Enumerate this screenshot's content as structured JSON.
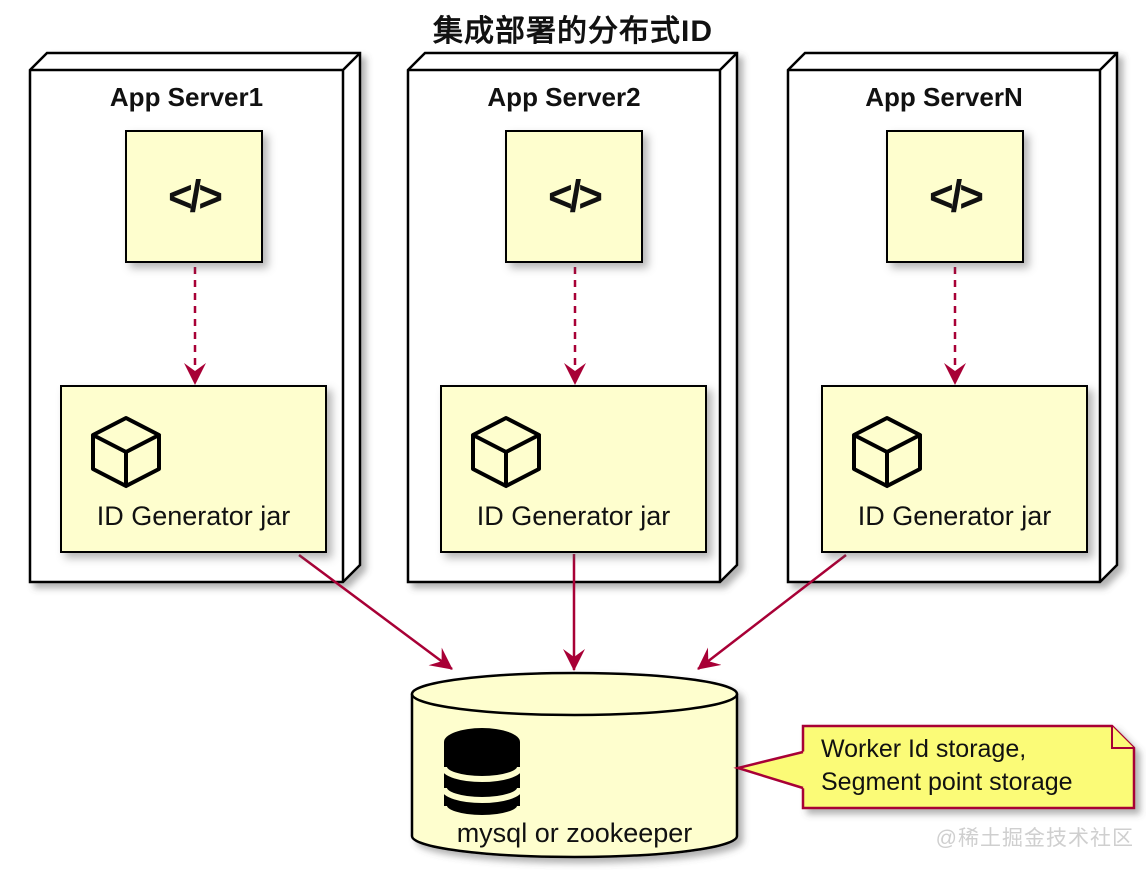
{
  "title": "集成部署的分布式ID",
  "servers": [
    {
      "name": "App Server1",
      "component_glyph": "</>",
      "component_icon": "code-icon",
      "artifact_label": "ID Generator jar",
      "artifact_icon": "package-cube-icon"
    },
    {
      "name": "App Server2",
      "component_glyph": "</>",
      "component_icon": "code-icon",
      "artifact_label": "ID Generator jar",
      "artifact_icon": "package-cube-icon"
    },
    {
      "name": "App ServerN",
      "component_glyph": "</>",
      "component_icon": "code-icon",
      "artifact_label": "ID Generator jar",
      "artifact_icon": "package-cube-icon"
    }
  ],
  "database": {
    "label": "mysql or zookeeper",
    "icon": "database-icon"
  },
  "note": {
    "line1": "Worker Id storage,",
    "line2": "Segment point storage"
  },
  "watermark": "@稀土掘金技术社区",
  "colors": {
    "box_fill": "#FEFECE",
    "note_fill": "#FBFB77",
    "arrow": "#A80036",
    "border": "#000000",
    "watermark_gray": "#CFCFCF"
  }
}
